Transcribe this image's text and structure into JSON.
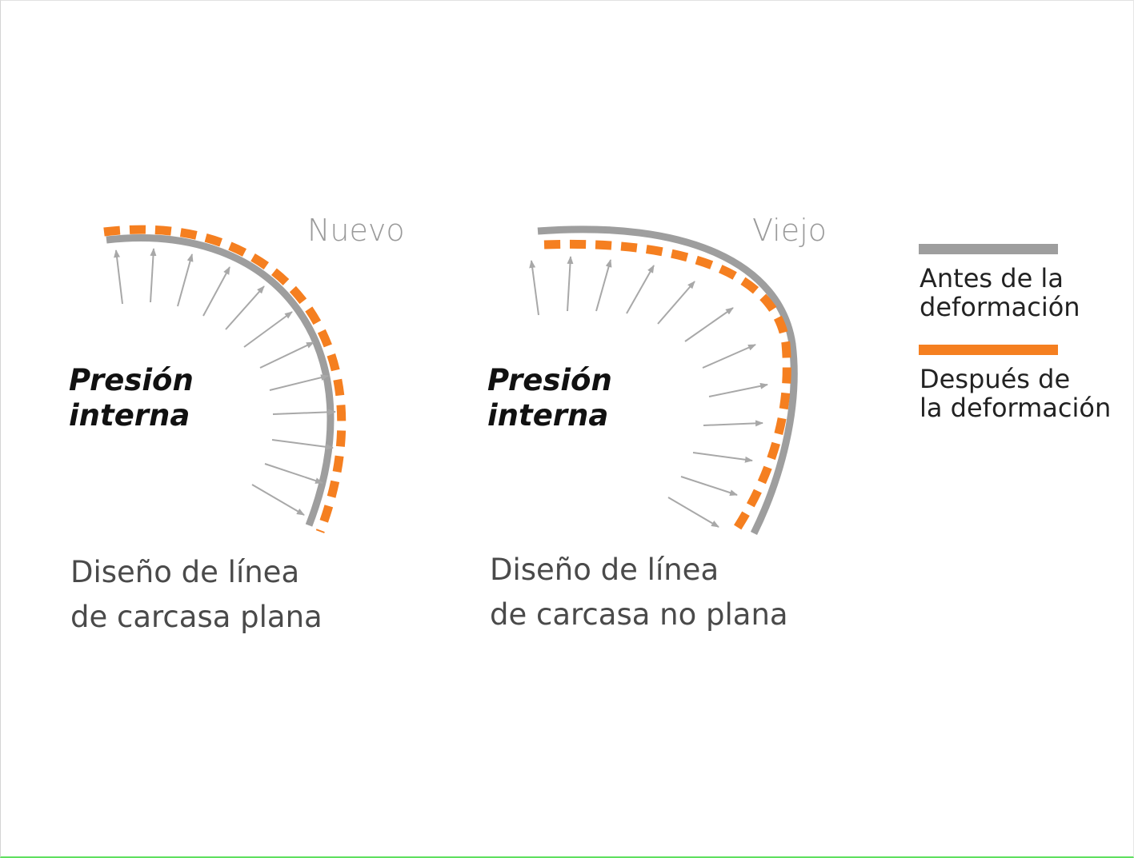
{
  "panels": [
    {
      "state_label": "Nuevo",
      "pressure_label_line1": "Presión",
      "pressure_label_line2": "interna",
      "caption_line1": "Diseño de línea",
      "caption_line2": "de carcasa plana"
    },
    {
      "state_label": "Viejo",
      "pressure_label_line1": "Presión",
      "pressure_label_line2": "interna",
      "caption_line1": "Diseño de línea",
      "caption_line2": "de carcasa no plana"
    }
  ],
  "legend": [
    {
      "label_line1": "Antes de la",
      "label_line2": "deformación",
      "color": "#9e9e9e"
    },
    {
      "label_line1": "Después de",
      "label_line2": "la deformación",
      "color": "#f57f20"
    }
  ],
  "colors": {
    "before_line": "#9e9e9e",
    "after_line": "#f57f20",
    "arrow": "#a8a8a8"
  }
}
